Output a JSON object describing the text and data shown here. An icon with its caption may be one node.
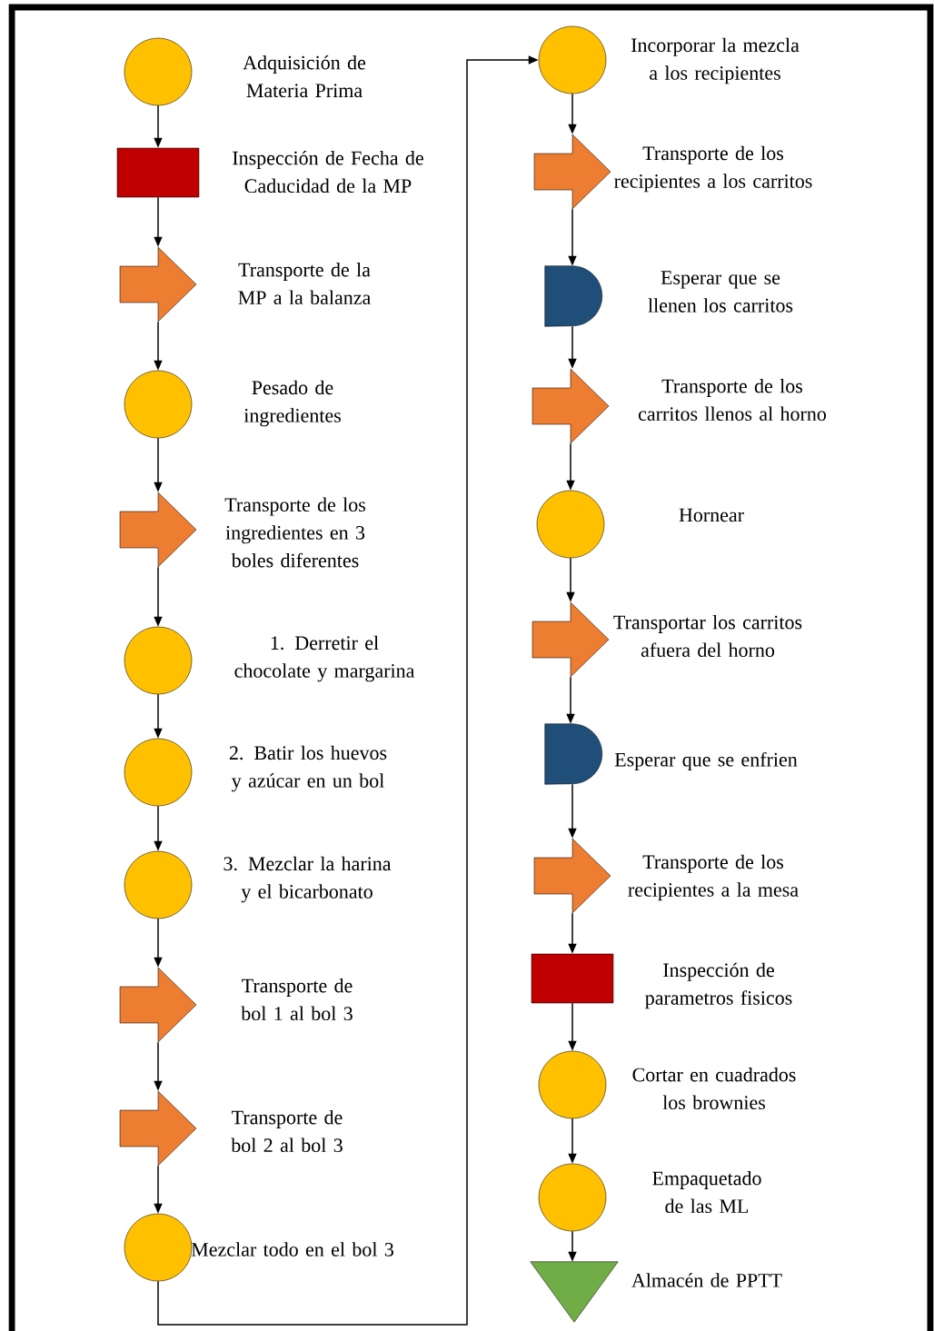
{
  "diagram": {
    "nodes": [
      {
        "text": [],
        "shape": "circle",
        "beside": [
          "Adquisición de Materia Prima"
        ]
      },
      {
        "text": [],
        "shape": "box",
        "beside": [
          "Inspección de Fecha de Caducidad de la MP"
        ]
      },
      {
        "text": [],
        "shape": "arrow",
        "beside": [
          "Transporte de la MP a la balanza"
        ]
      },
      {
        "text": [],
        "shape": "circle",
        "beside": [
          "Pesado de ingredientes"
        ]
      },
      {
        "text": [],
        "shape": "arrow",
        "beside": [
          "Transporte de los ingredientes en 3 boles diferentes"
        ]
      },
      {
        "text": [],
        "shape": "circle",
        "beside": [
          "1. Derretir el chocolate y margarina"
        ]
      },
      {
        "text": [],
        "shape": "circle",
        "beside": [
          "2. Batir los huevos y azúcar en un bol"
        ]
      },
      {
        "text": [],
        "shape": "circle",
        "beside": [
          "3. Mezclar la harina y el bicarbonato"
        ]
      },
      {
        "text": [],
        "shape": "arrow",
        "beside": [
          "Transporte de bol 1 al bol 3"
        ]
      },
      {
        "text": [],
        "shape": "arrow",
        "beside": [
          "Transporte de bol 2 al bol 3"
        ]
      },
      {
        "text": [],
        "shape": "circle",
        "beside": [
          "Mezclar todo en el bol 3"
        ]
      },
      {
        "text": [],
        "shape": "circle",
        "beside": [
          "Incorporar la mezcla a los recipientes"
        ]
      },
      {
        "text": [],
        "shape": "arrow",
        "beside": [
          "Transporte de los recipientes a los carritos"
        ]
      },
      {
        "text": [],
        "shape": "delay",
        "beside": [
          "Esperar que se llenen los carritos"
        ]
      },
      {
        "text": [],
        "shape": "arrow",
        "beside": [
          "Transporte de los carritos llenos al horno"
        ]
      },
      {
        "text": [],
        "shape": "circle",
        "beside": [
          "Hornear"
        ]
      },
      {
        "text": [],
        "shape": "arrow",
        "beside": [
          "Transportar los carritos afuera del horno"
        ]
      },
      {
        "text": [],
        "shape": "delay",
        "beside": [
          "Esperar que se enfrien"
        ]
      },
      {
        "text": [],
        "shape": "arrow",
        "beside": [
          "Transporte de los recipientes a la mesa"
        ]
      },
      {
        "text": [],
        "shape": "box",
        "beside": [
          "Inspección de parametros fisicos"
        ]
      },
      {
        "text": [],
        "shape": "circle",
        "beside": [
          "Cortar en cuadrados los brownies"
        ]
      },
      {
        "text": [],
        "shape": "circle",
        "beside": [
          "Empaquetado de las ML"
        ]
      },
      {
        "text": [],
        "shape": "triangle",
        "beside": [
          "Almacén de PPTT"
        ]
      }
    ],
    "edges": [
      {
        "from": 0,
        "to": 1,
        "arrow": "to"
      },
      {
        "from": 1,
        "to": 2,
        "arrow": "to"
      },
      {
        "from": 2,
        "to": 3,
        "arrow": "to"
      },
      {
        "from": 3,
        "to": 4,
        "arrow": "to"
      },
      {
        "from": 4,
        "to": 5,
        "arrow": "to"
      },
      {
        "from": 5,
        "to": 6,
        "arrow": "to"
      },
      {
        "from": 6,
        "to": 7,
        "arrow": "to"
      },
      {
        "from": 7,
        "to": 8,
        "arrow": "to"
      },
      {
        "from": 8,
        "to": 9,
        "arrow": "to"
      },
      {
        "from": 9,
        "to": 10,
        "arrow": "to"
      },
      {
        "from": 10,
        "to": 11,
        "arrow": "to"
      },
      {
        "from": 11,
        "to": 12,
        "arrow": "to"
      },
      {
        "from": 12,
        "to": 13,
        "arrow": "to"
      },
      {
        "from": 13,
        "to": 14,
        "arrow": "to"
      },
      {
        "from": 14,
        "to": 15,
        "arrow": "to"
      },
      {
        "from": 15,
        "to": 16,
        "arrow": "to"
      },
      {
        "from": 16,
        "to": 17,
        "arrow": "to"
      },
      {
        "from": 17,
        "to": 18,
        "arrow": "to"
      },
      {
        "from": 18,
        "to": 19,
        "arrow": "to"
      },
      {
        "from": 19,
        "to": 20,
        "arrow": "to"
      },
      {
        "from": 20,
        "to": 21,
        "arrow": "to"
      },
      {
        "from": 21,
        "to": 22,
        "arrow": "to"
      }
    ]
  }
}
